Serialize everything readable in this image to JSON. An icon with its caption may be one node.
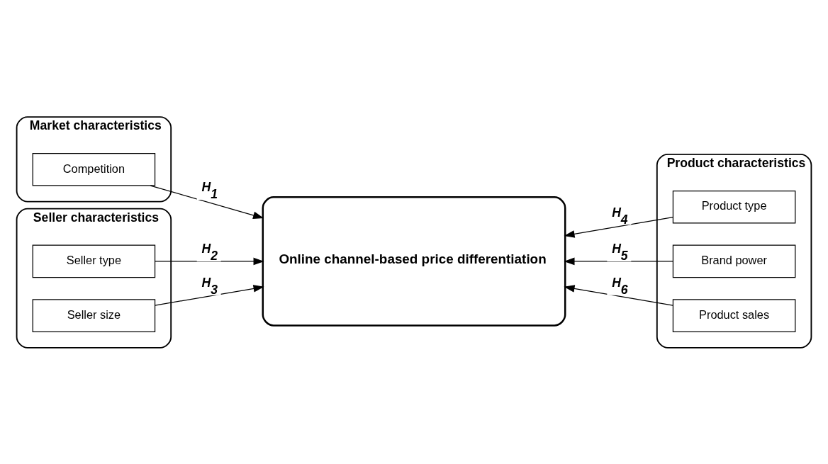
{
  "diagram": {
    "nodes": [
      {
        "text": [
          "Market characteristics"
        ]
      },
      {
        "text": [
          "Competition"
        ],
        "in": 0
      },
      {
        "text": [
          "Seller characteristics"
        ]
      },
      {
        "text": [
          "Seller type"
        ],
        "in": 2
      },
      {
        "text": [
          "Seller size"
        ],
        "in": 2
      },
      {
        "text": [
          "Online channel-based price differentiation"
        ]
      },
      {
        "text": [
          "Product characteristics"
        ]
      },
      {
        "text": [
          "Product type"
        ],
        "in": 6
      },
      {
        "text": [
          "Brand power"
        ],
        "in": 6
      },
      {
        "text": [
          "Product sales"
        ],
        "in": 6
      }
    ],
    "edges": [
      {
        "from": 1,
        "to": 5,
        "arrow": "to",
        "label": "H$_{1}$"
      },
      {
        "from": 3,
        "to": 5,
        "arrow": "to",
        "label": "H$_{2}$"
      },
      {
        "from": 4,
        "to": 5,
        "arrow": "to",
        "label": "H$_{3}$"
      },
      {
        "from": 7,
        "to": 5,
        "arrow": "to",
        "label": "H$_{4}$"
      },
      {
        "from": 8,
        "to": 5,
        "arrow": "to",
        "label": "H$_{5}$"
      },
      {
        "from": 9,
        "to": 5,
        "arrow": "to",
        "label": "H$_{6}$"
      }
    ]
  }
}
